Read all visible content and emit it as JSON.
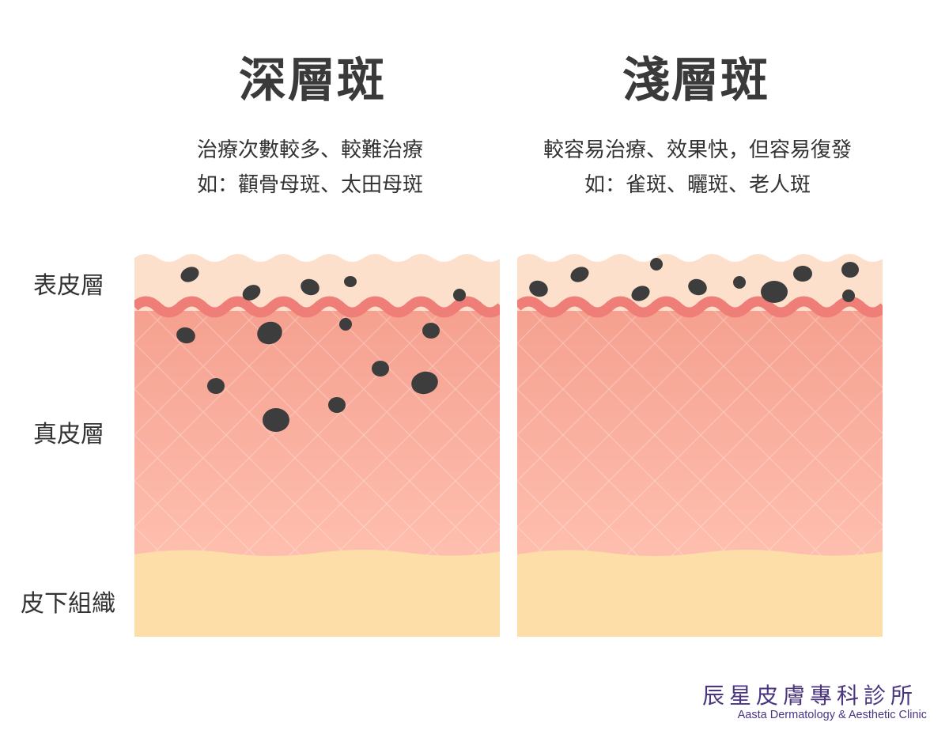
{
  "columns": [
    {
      "title": "深層斑",
      "desc_line1": "治療次數較多、較難治療",
      "desc_line2": "如：顴骨母斑、太田母斑"
    },
    {
      "title": "淺層斑",
      "desc_line1": "較容易治療、效果快，但容易復發",
      "desc_line2": "如：雀斑、曬斑、老人斑"
    }
  ],
  "layers": {
    "epidermis": "表皮層",
    "dermis": "真皮層",
    "subcutaneous": "皮下組織"
  },
  "colors": {
    "epidermis": "#fde0cc",
    "dermis_top": "#f59f8e",
    "dermis_bottom": "#ffc0b0",
    "junction": "#ef7d78",
    "subcutaneous": "#fddea8",
    "spots": "#3d3d3d",
    "brand": "#4a3580"
  },
  "clinic": {
    "name_zh": "辰星皮膚專科診所",
    "name_en": "Aasta Dermatology & Aesthetic Clinic"
  }
}
